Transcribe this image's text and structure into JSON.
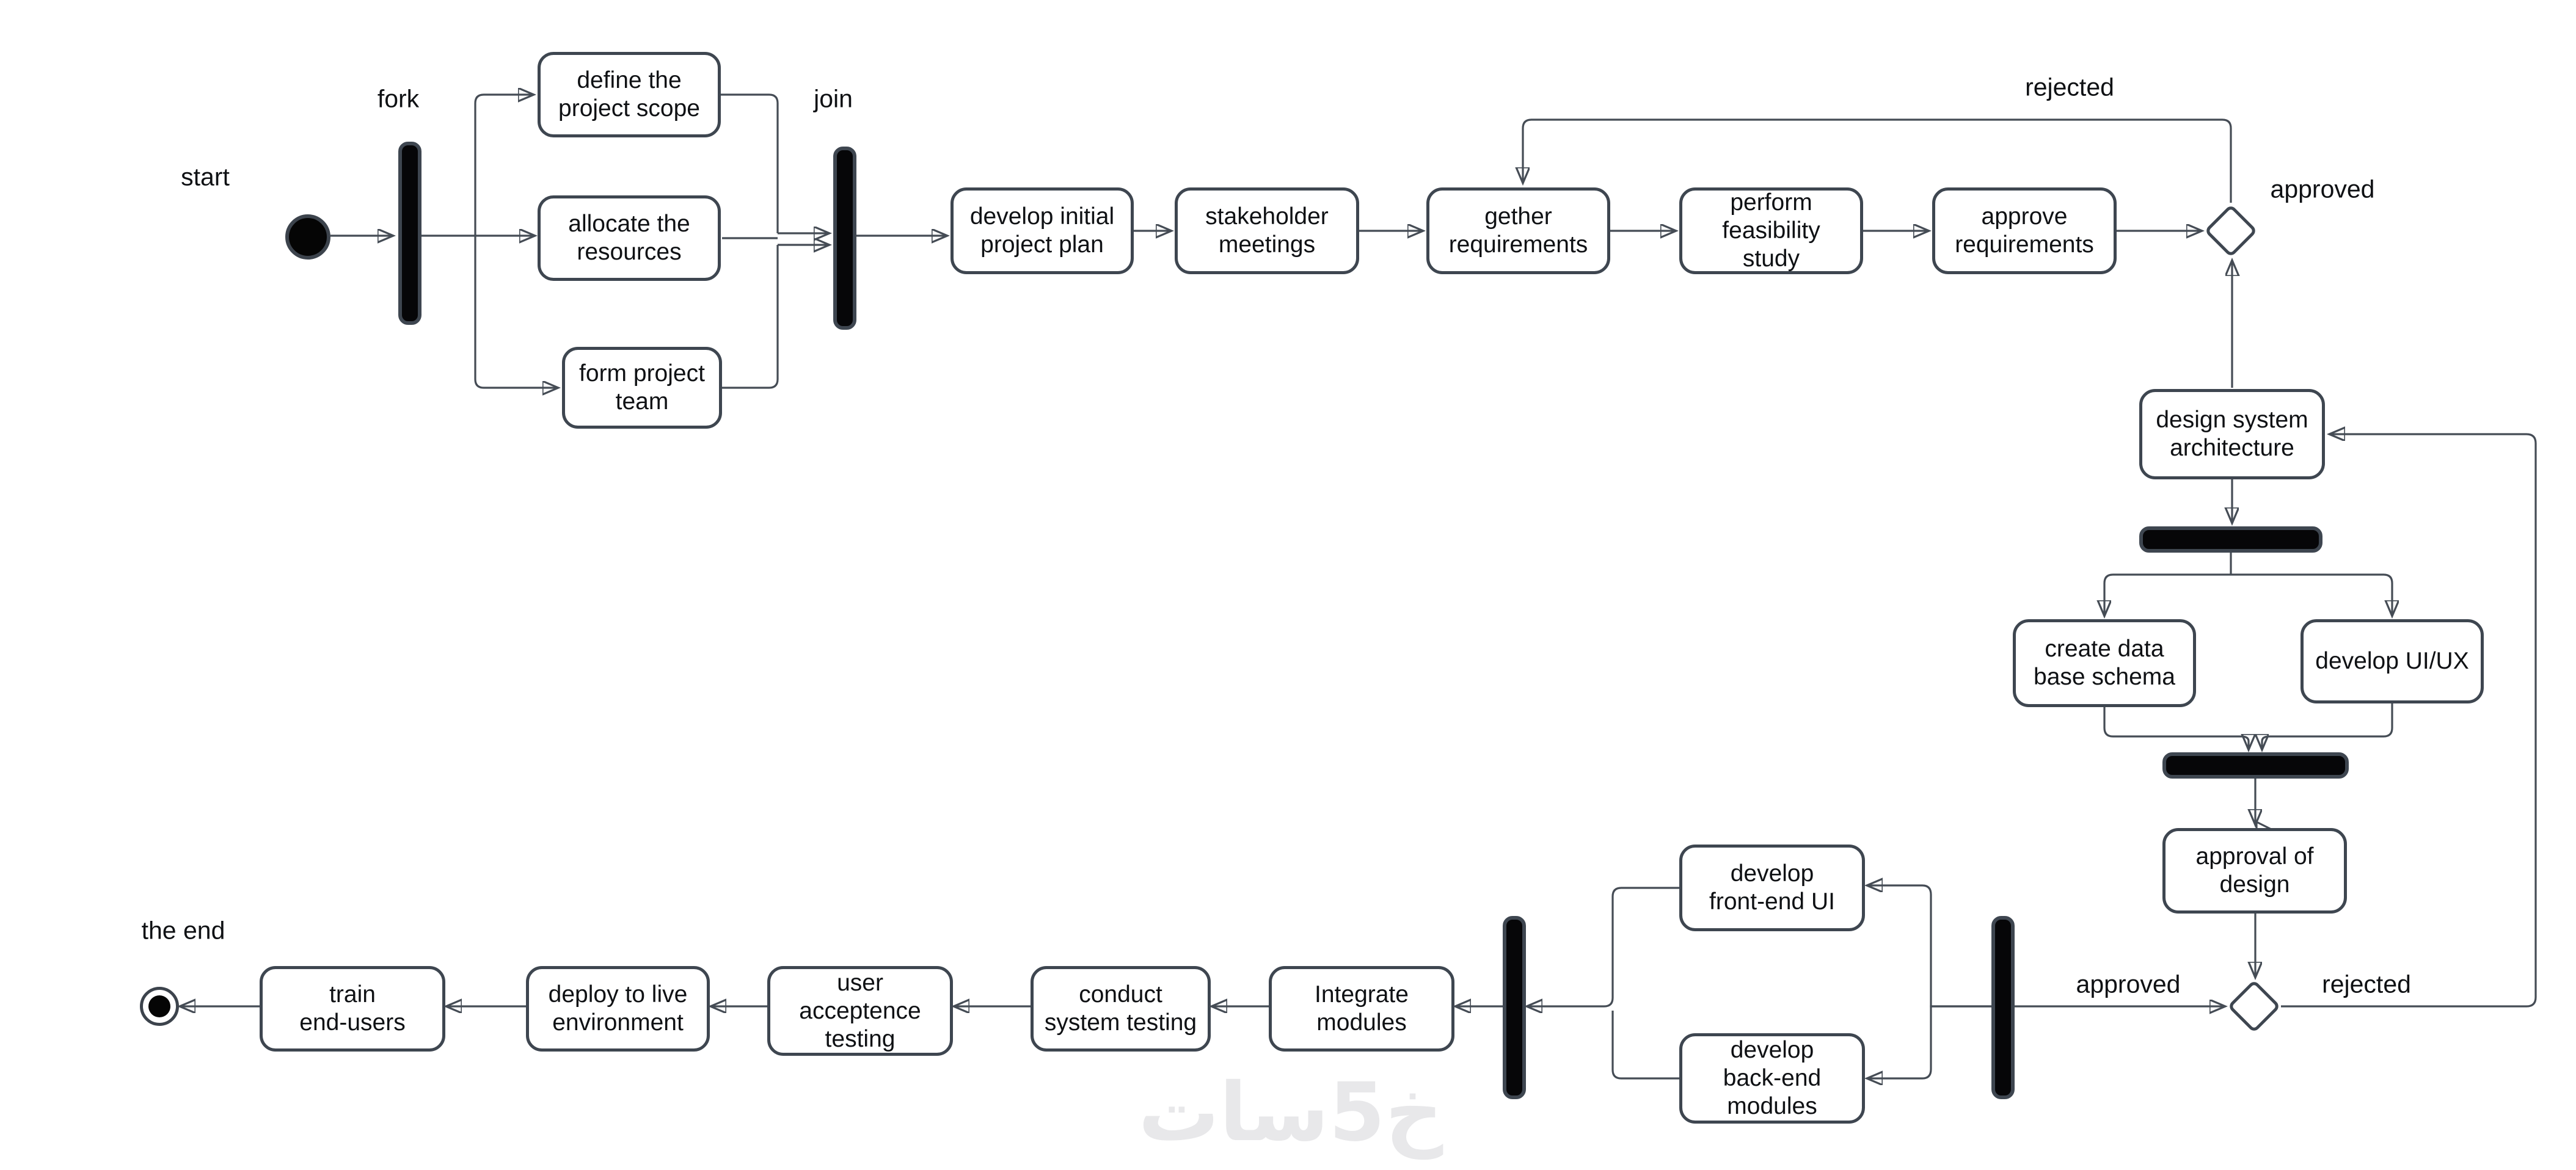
{
  "labels": {
    "start": "start",
    "fork": "fork",
    "join": "join",
    "the_end": "the end",
    "rejected_top": "rejected",
    "approved_top": "approved",
    "approved_bottom": "approved",
    "rejected_bottom": "rejected"
  },
  "activities": {
    "define_scope": {
      "lines": [
        "define the",
        "project scope"
      ]
    },
    "allocate_resources": {
      "lines": [
        "allocate the",
        "resources"
      ]
    },
    "form_team": {
      "lines": [
        "form project",
        "team"
      ]
    },
    "develop_plan": {
      "lines": [
        "develop initial",
        "project plan"
      ]
    },
    "stakeholder_meetings": {
      "lines": [
        "stakeholder",
        "meetings"
      ]
    },
    "gather_requirements": {
      "lines": [
        "gether",
        "requirements"
      ]
    },
    "feasibility_study": {
      "lines": [
        "perform",
        "feasibility",
        "study"
      ]
    },
    "approve_requirements": {
      "lines": [
        "approve",
        "requirements"
      ]
    },
    "design_architecture": {
      "lines": [
        "design system",
        "architecture"
      ]
    },
    "create_schema": {
      "lines": [
        "create data",
        "base schema"
      ]
    },
    "develop_uiux": {
      "lines": [
        "develop UI/UX"
      ]
    },
    "approval_design": {
      "lines": [
        "approval of",
        "design"
      ]
    },
    "develop_frontend": {
      "lines": [
        "develop",
        "front-end UI"
      ]
    },
    "develop_backend": {
      "lines": [
        "develop",
        "back-end",
        "modules"
      ]
    },
    "integrate_modules": {
      "lines": [
        "Integrate",
        "modules"
      ]
    },
    "conduct_testing": {
      "lines": [
        "conduct",
        "system testing"
      ]
    },
    "user_acceptance": {
      "lines": [
        "user",
        "acceptence",
        "testing"
      ]
    },
    "deploy_live": {
      "lines": [
        "deploy to live",
        "environment"
      ]
    },
    "train_users": {
      "lines": [
        "train",
        "end-users"
      ]
    }
  },
  "watermark": "خ5سات",
  "colors": {
    "line": "#454C55",
    "node_border": "#3E4650",
    "bar_fill": "#060608",
    "watermark": "#e8e8ea"
  }
}
